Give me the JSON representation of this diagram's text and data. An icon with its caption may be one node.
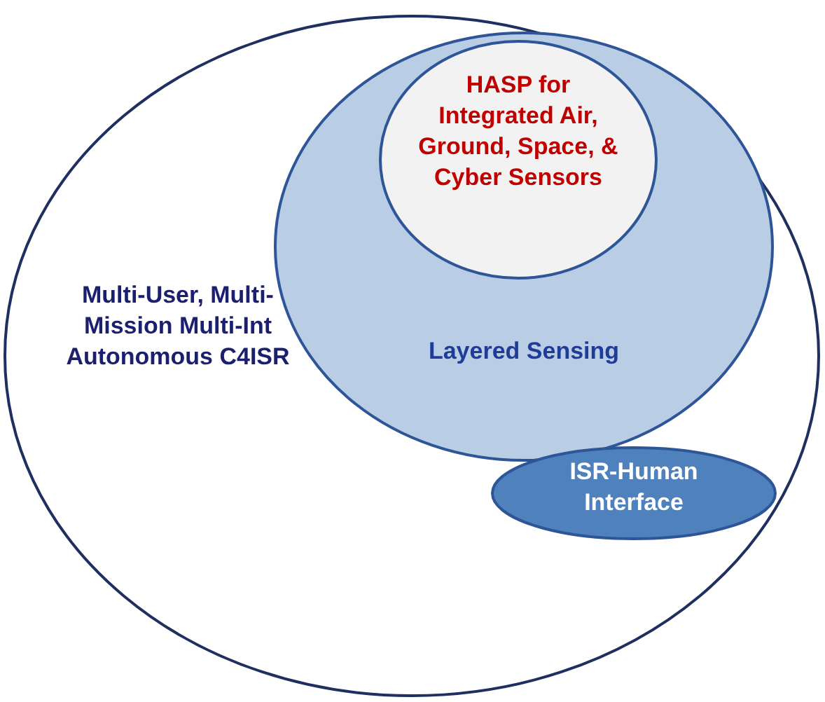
{
  "diagram": {
    "nodes": [
      {
        "text": [
          "Multi-User, Multi-Mission Multi-Int Autonomous C4ISR"
        ]
      },
      {
        "text": [
          "Layered Sensing"
        ],
        "in": 0
      },
      {
        "text": [
          "HASP for Integrated Air, Ground, Space, & Cyber Sensors"
        ],
        "in": 1
      },
      {
        "text": [
          "ISR-Human Interface"
        ],
        "in": 0
      }
    ]
  }
}
